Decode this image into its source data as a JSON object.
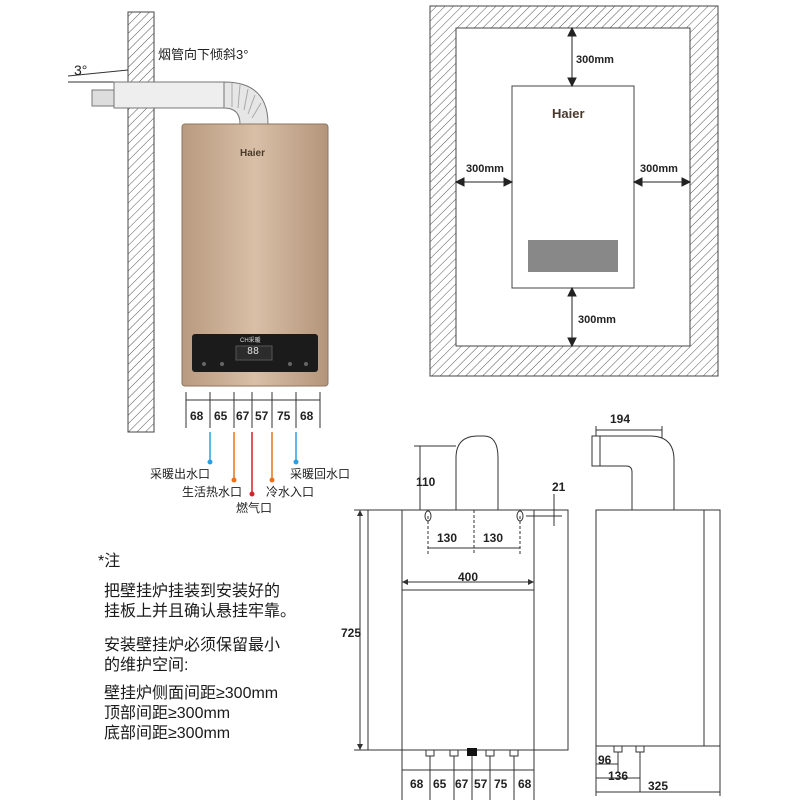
{
  "side_view": {
    "angle_label": "3°",
    "flue_note": "烟管向下倾斜3°",
    "brand": "Haier",
    "panel_title": "CH采暖",
    "display_digits": "88",
    "bottom_dims": [
      "68",
      "65",
      "67",
      "57",
      "75",
      "68"
    ],
    "ports": {
      "heating_out": "采暖出水口",
      "dhw_out": "生活热水口",
      "gas": "燃气口",
      "heating_return": "采暖回水口",
      "cold_in": "冷水入口"
    },
    "port_colors": {
      "blue": "#2a9fe0",
      "orange": "#e9731b",
      "red": "#d8202a"
    }
  },
  "clearance_view": {
    "brand": "Haier",
    "top": "300mm",
    "left": "300mm",
    "right": "300mm",
    "bottom": "300mm"
  },
  "notes": {
    "marker": "*注",
    "lines": [
      "把壁挂炉挂装到安装好的",
      "挂板上并且确认悬挂牢靠。",
      "安装壁挂炉必须保留最小",
      "的维护空间:",
      "壁挂炉侧面间距≥300mm",
      "顶部间距≥300mm",
      "底部间距≥300mm"
    ]
  },
  "front_view": {
    "dim_110": "110",
    "dim_21": "21",
    "dim_130_left": "130",
    "dim_130_right": "130",
    "dim_400": "400",
    "dim_725": "725",
    "bottom_dims": [
      "68",
      "65",
      "67",
      "57",
      "75",
      "68"
    ]
  },
  "side_profile": {
    "dim_194": "194",
    "dim_96": "96",
    "dim_136": "136",
    "dim_325": "325"
  }
}
